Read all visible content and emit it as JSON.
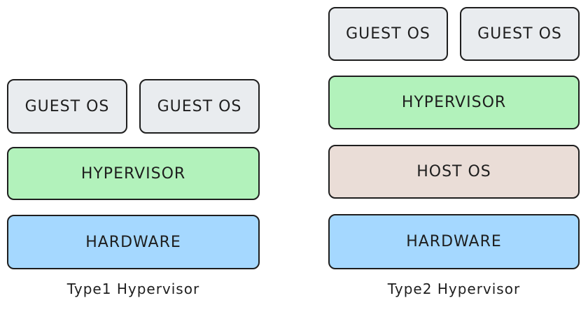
{
  "type1": {
    "guest_os_1": "GUEST OS",
    "guest_os_2": "GUEST OS",
    "hypervisor": "HYPERVISOR",
    "hardware": "HARDWARE",
    "caption": "Type1 Hypervisor"
  },
  "type2": {
    "guest_os_1": "GUEST OS",
    "guest_os_2": "GUEST OS",
    "hypervisor": "HYPERVISOR",
    "host_os": "HOST OS",
    "hardware": "HARDWARE",
    "caption": "Type2 Hypervisor"
  },
  "colors": {
    "guest_os": "#e9ecef",
    "hypervisor": "#b2f2bb",
    "host_os": "#eaddd7",
    "hardware": "#a5d8ff",
    "stroke": "#1e1e1e"
  }
}
